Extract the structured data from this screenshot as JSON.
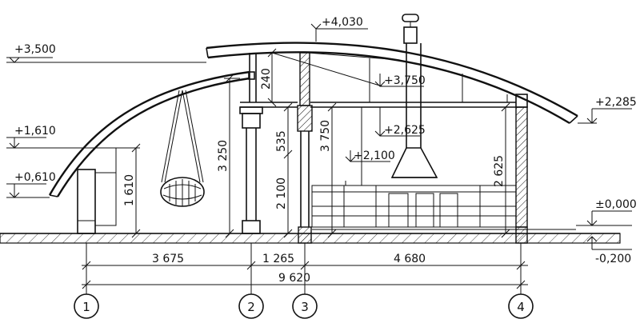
{
  "levels": {
    "l4030": "+4,030",
    "l3500": "+3,500",
    "l3750": "+3,750",
    "l2625": "+2,625",
    "l2285": "+2,285",
    "l2100": "+2,100",
    "l1610": "+1,610",
    "l0610": "+0,610",
    "l0000": "±0,000",
    "lm200": "-0,200"
  },
  "vertical_dims": {
    "v240": "240",
    "v3250": "3 250",
    "v535": "535",
    "v3750": "3 750",
    "v2100": "2 100",
    "v1610": "1 610",
    "v2625": "2 625"
  },
  "horizontal_dims": {
    "h3675": "3 675",
    "h1265": "1 265",
    "h4680": "4 680",
    "h9620": "9 620"
  },
  "axes": {
    "a1": "1",
    "a2": "2",
    "a3": "3",
    "a4": "4"
  },
  "colors": {
    "line": "#111111",
    "background": "#ffffff"
  }
}
